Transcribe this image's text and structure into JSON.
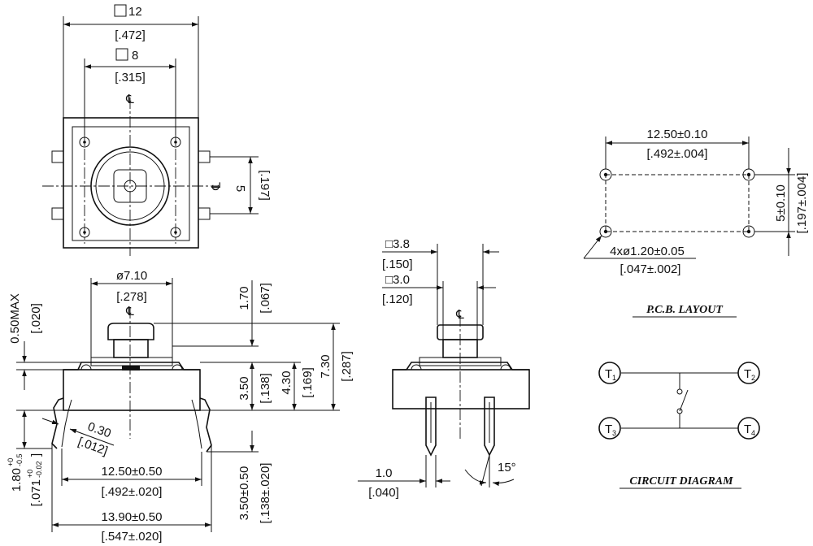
{
  "top_view": {
    "outer_size": "12",
    "outer_size_in": "[.472]",
    "inner_size": "8",
    "inner_size_in": "[.315]",
    "pin_pitch": "5",
    "pin_pitch_in": "[.197]",
    "centerline_symbol": "℄"
  },
  "side_view": {
    "cap_dia": "ø7.10",
    "cap_dia_in": "[.278]",
    "plunger_height": "1.70",
    "plunger_height_in": "[.067]",
    "max_height": "0.50MAX",
    "max_height_in": "[.020]",
    "body_height": "3.50",
    "body_height_in": "[.138]",
    "mid_height": "4.30",
    "mid_height_in": "[.169]",
    "total_height": "7.30",
    "total_height_in": "[.287]",
    "lead_thickness": "0.30",
    "lead_thickness_in": "[.012]",
    "standoff": "1.80",
    "standoff_tol_plus": "+0",
    "standoff_tol_minus": "-0.5",
    "standoff_in": "[.071",
    "standoff_in_tol_plus": "+0",
    "standoff_in_tol_minus": "-0.02",
    "standoff_in_close": "]",
    "lead_span": "12.50±0.50",
    "lead_span_in": "[.492±.020]",
    "overall_span": "13.90±0.50",
    "overall_span_in": "[.547±.020]",
    "lead_length": "3.50±0.50",
    "lead_length_in": "[.138±.020]"
  },
  "end_view": {
    "cap_width": "□3.8",
    "cap_width_in": "[.150]",
    "stem_width": "□3.0",
    "stem_width_in": "[.120]",
    "lead_width": "1.0",
    "lead_width_in": "[.040]",
    "lead_angle": "15°"
  },
  "pcb": {
    "spacing_x": "12.50±0.10",
    "spacing_x_in": "[.492±.004]",
    "spacing_y": "5±0.10",
    "spacing_y_in": "[.197±.004]",
    "holes": "4xø1.20±0.05",
    "holes_in": "[.047±.002]",
    "title": "P.C.B.  LAYOUT"
  },
  "circuit": {
    "terminals": [
      {
        "letter": "T",
        "sub": "1"
      },
      {
        "letter": "T",
        "sub": "2"
      },
      {
        "letter": "T",
        "sub": "3"
      },
      {
        "letter": "T",
        "sub": "4"
      }
    ],
    "title": "CIRCUIT  DIAGRAM"
  }
}
